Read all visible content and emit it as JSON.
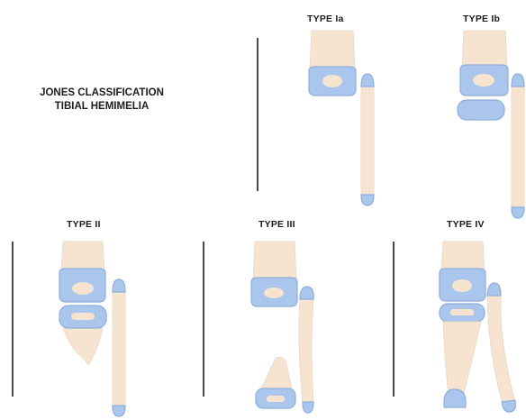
{
  "title": {
    "line1": "JONES CLASSIFICATION",
    "line2": "TIBIAL HEMIMELIA"
  },
  "types": [
    {
      "id": "Ia",
      "label": "TYPE  Ia"
    },
    {
      "id": "Ib",
      "label": "TYPE  Ib"
    },
    {
      "id": "II",
      "label": "TYPE II"
    },
    {
      "id": "III",
      "label": "TYPE III"
    },
    {
      "id": "IV",
      "label": "TYPE IV"
    }
  ],
  "colors": {
    "bone": "#f6e4d0",
    "cartilage": "#aac6ec",
    "separator": "#4a4a4a"
  }
}
